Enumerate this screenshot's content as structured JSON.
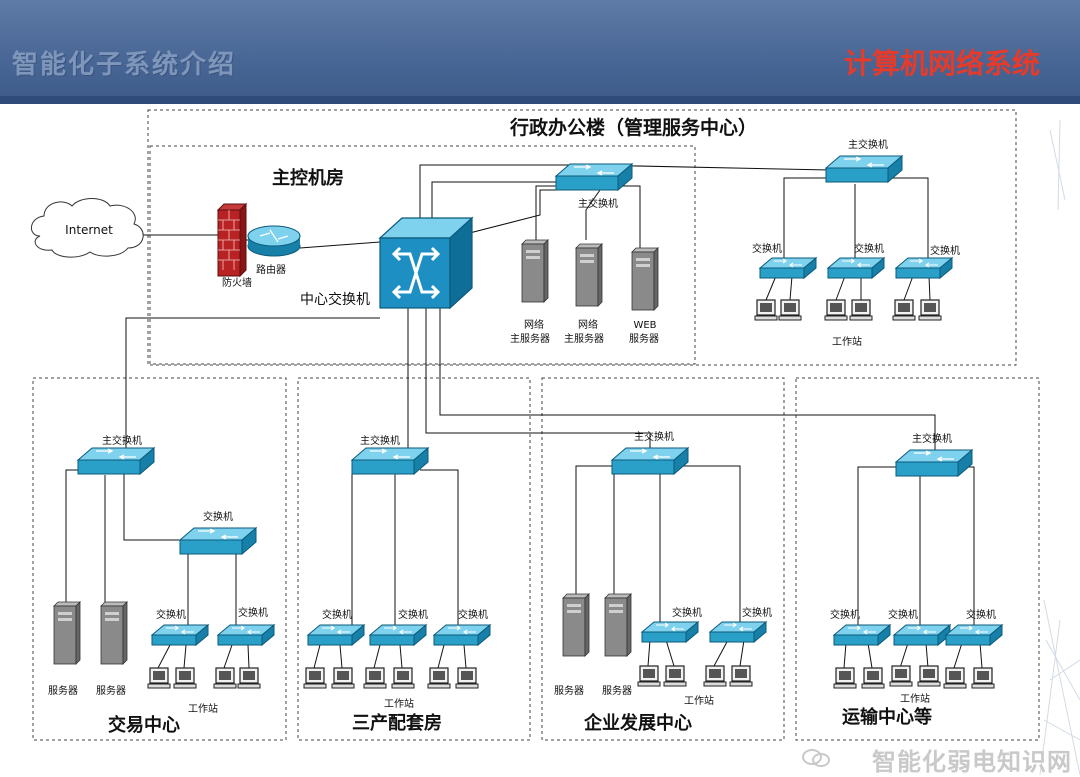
{
  "header": {
    "title_left": "智能化子系统介绍",
    "title_right": "计算机网络系统"
  },
  "cloud": {
    "label": "Internet"
  },
  "admin_building": {
    "title": "行政办公楼（管理服务中心）",
    "control_room": "主控机房",
    "firewall": "防火墙",
    "router": "路由器",
    "core_switch": "中心交换机",
    "main_switch": "主交换机",
    "servers": [
      {
        "line1": "网络",
        "line2": "主服务器"
      },
      {
        "line1": "网络",
        "line2": "主服务器"
      },
      {
        "line1": "WEB",
        "line2": "服务器"
      }
    ],
    "right_main_switch": "主交换机",
    "right_switches": [
      "交换机",
      "交换机",
      "交换机"
    ],
    "workstation": "工作站"
  },
  "zones": [
    {
      "title": "交易中心",
      "main_switch": "主交换机",
      "sub_switch": "交换机",
      "switches": [
        "交换机",
        "交换机"
      ],
      "servers": [
        "服务器",
        "服务器"
      ],
      "workstation": "工作站"
    },
    {
      "title": "三产配套房",
      "main_switch": "主交换机",
      "switches": [
        "交换机",
        "交换机",
        "交换机"
      ],
      "workstation": "工作站"
    },
    {
      "title": "企业发展中心",
      "main_switch": "主交换机",
      "switches": [
        "交换机",
        "交换机"
      ],
      "servers": [
        "服务器",
        "服务器"
      ],
      "workstation": "工作站"
    },
    {
      "title": "运输中心等",
      "main_switch": "主交换机",
      "switches": [
        "交换机",
        "交换机",
        "交换机"
      ],
      "workstation": "工作站"
    }
  ],
  "watermark": "智能化弱电知识网",
  "colors": {
    "header": "#486695",
    "title_right": "#e63a2a",
    "switch_fill": "#2aa0c8",
    "core_switch": "#1d8fc2"
  }
}
